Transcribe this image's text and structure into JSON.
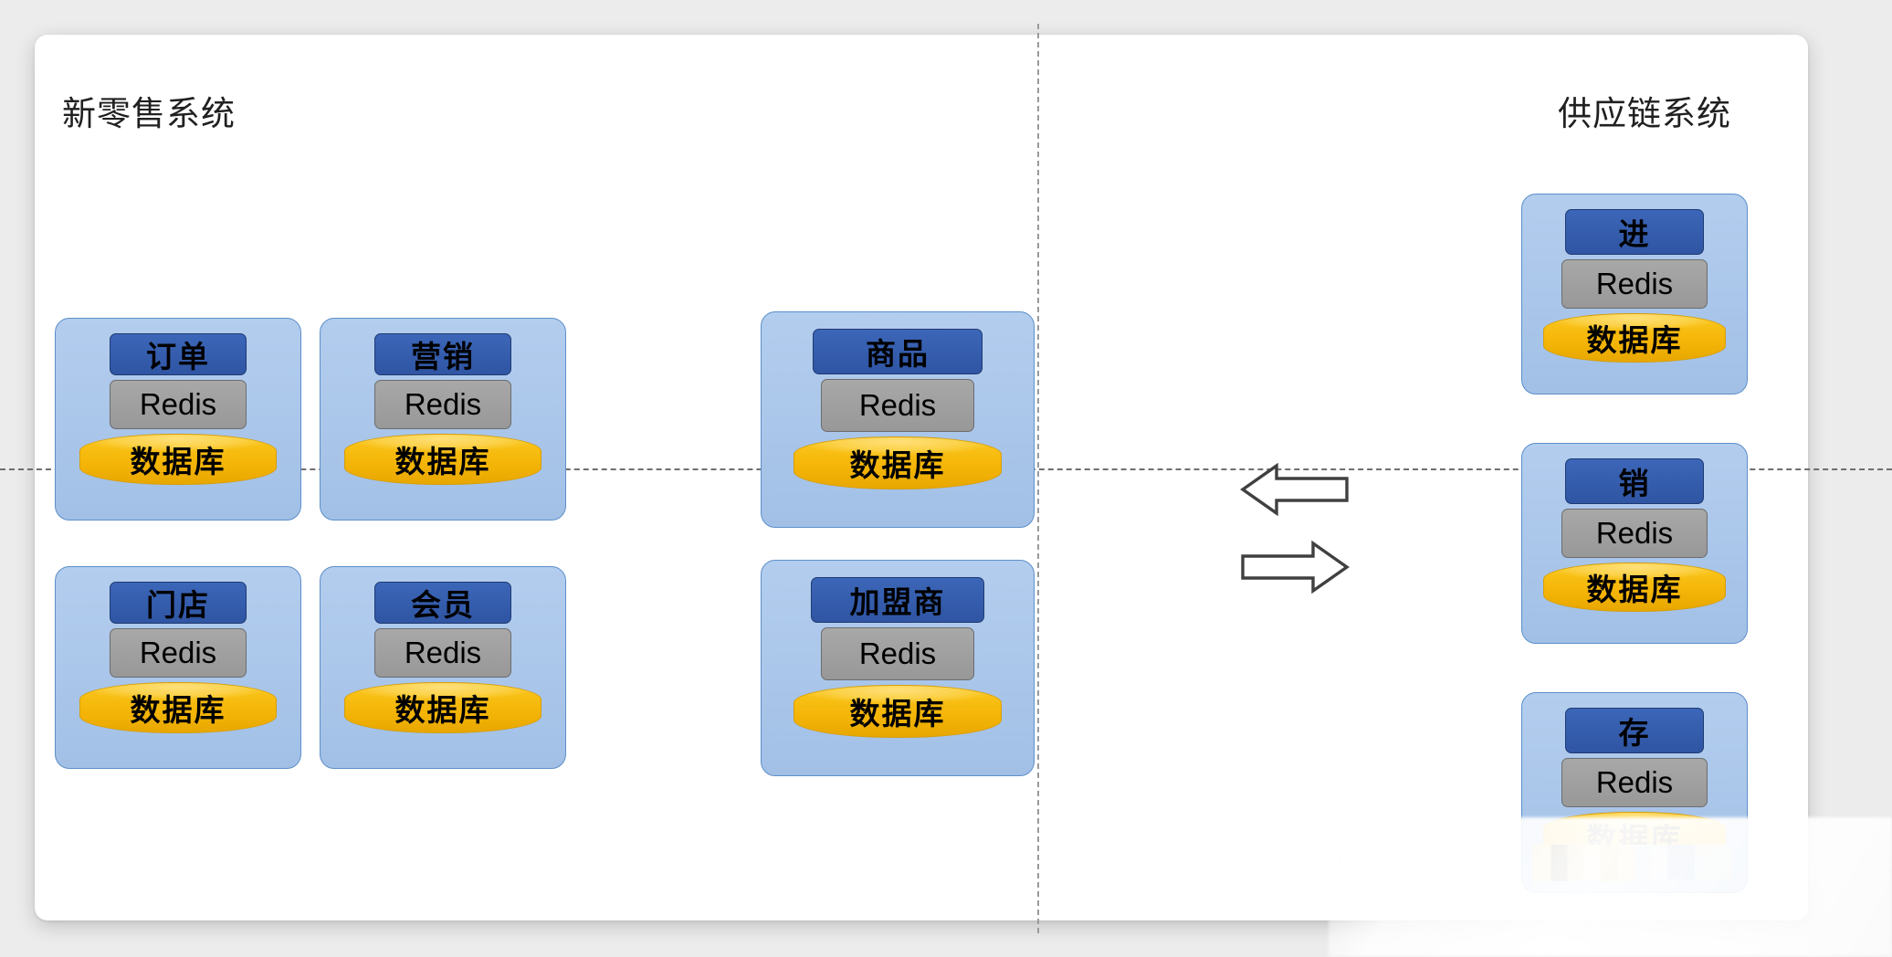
{
  "diagram": {
    "background_color": "#ececec",
    "panel_color": "#ffffff",
    "accent_header": "#2f55a3",
    "accent_cache": "#989898",
    "accent_db": "#f5b608",
    "card_fill": "#a8c6ea",
    "divider_color": "#9a9a9a"
  },
  "sections": {
    "left": {
      "title": "新零售系统"
    },
    "right": {
      "title": "供应链系统"
    }
  },
  "labels": {
    "cache": "Redis",
    "database": "数据库"
  },
  "left_cards": [
    {
      "name": "订单",
      "cache": "Redis",
      "db": "数据库"
    },
    {
      "name": "营销",
      "cache": "Redis",
      "db": "数据库"
    },
    {
      "name": "商品",
      "cache": "Redis",
      "db": "数据库"
    },
    {
      "name": "门店",
      "cache": "Redis",
      "db": "数据库"
    },
    {
      "name": "会员",
      "cache": "Redis",
      "db": "数据库"
    },
    {
      "name": "加盟商",
      "cache": "Redis",
      "db": "数据库"
    }
  ],
  "right_cards": [
    {
      "name": "进",
      "cache": "Redis",
      "db": "数据库"
    },
    {
      "name": "销",
      "cache": "Redis",
      "db": "数据库"
    },
    {
      "name": "存",
      "cache": "Redis",
      "db": "数据库"
    }
  ],
  "arrows": [
    {
      "direction": "left",
      "name": "arrow-left"
    },
    {
      "direction": "right",
      "name": "arrow-right"
    }
  ],
  "watermark": {
    "text": ""
  }
}
